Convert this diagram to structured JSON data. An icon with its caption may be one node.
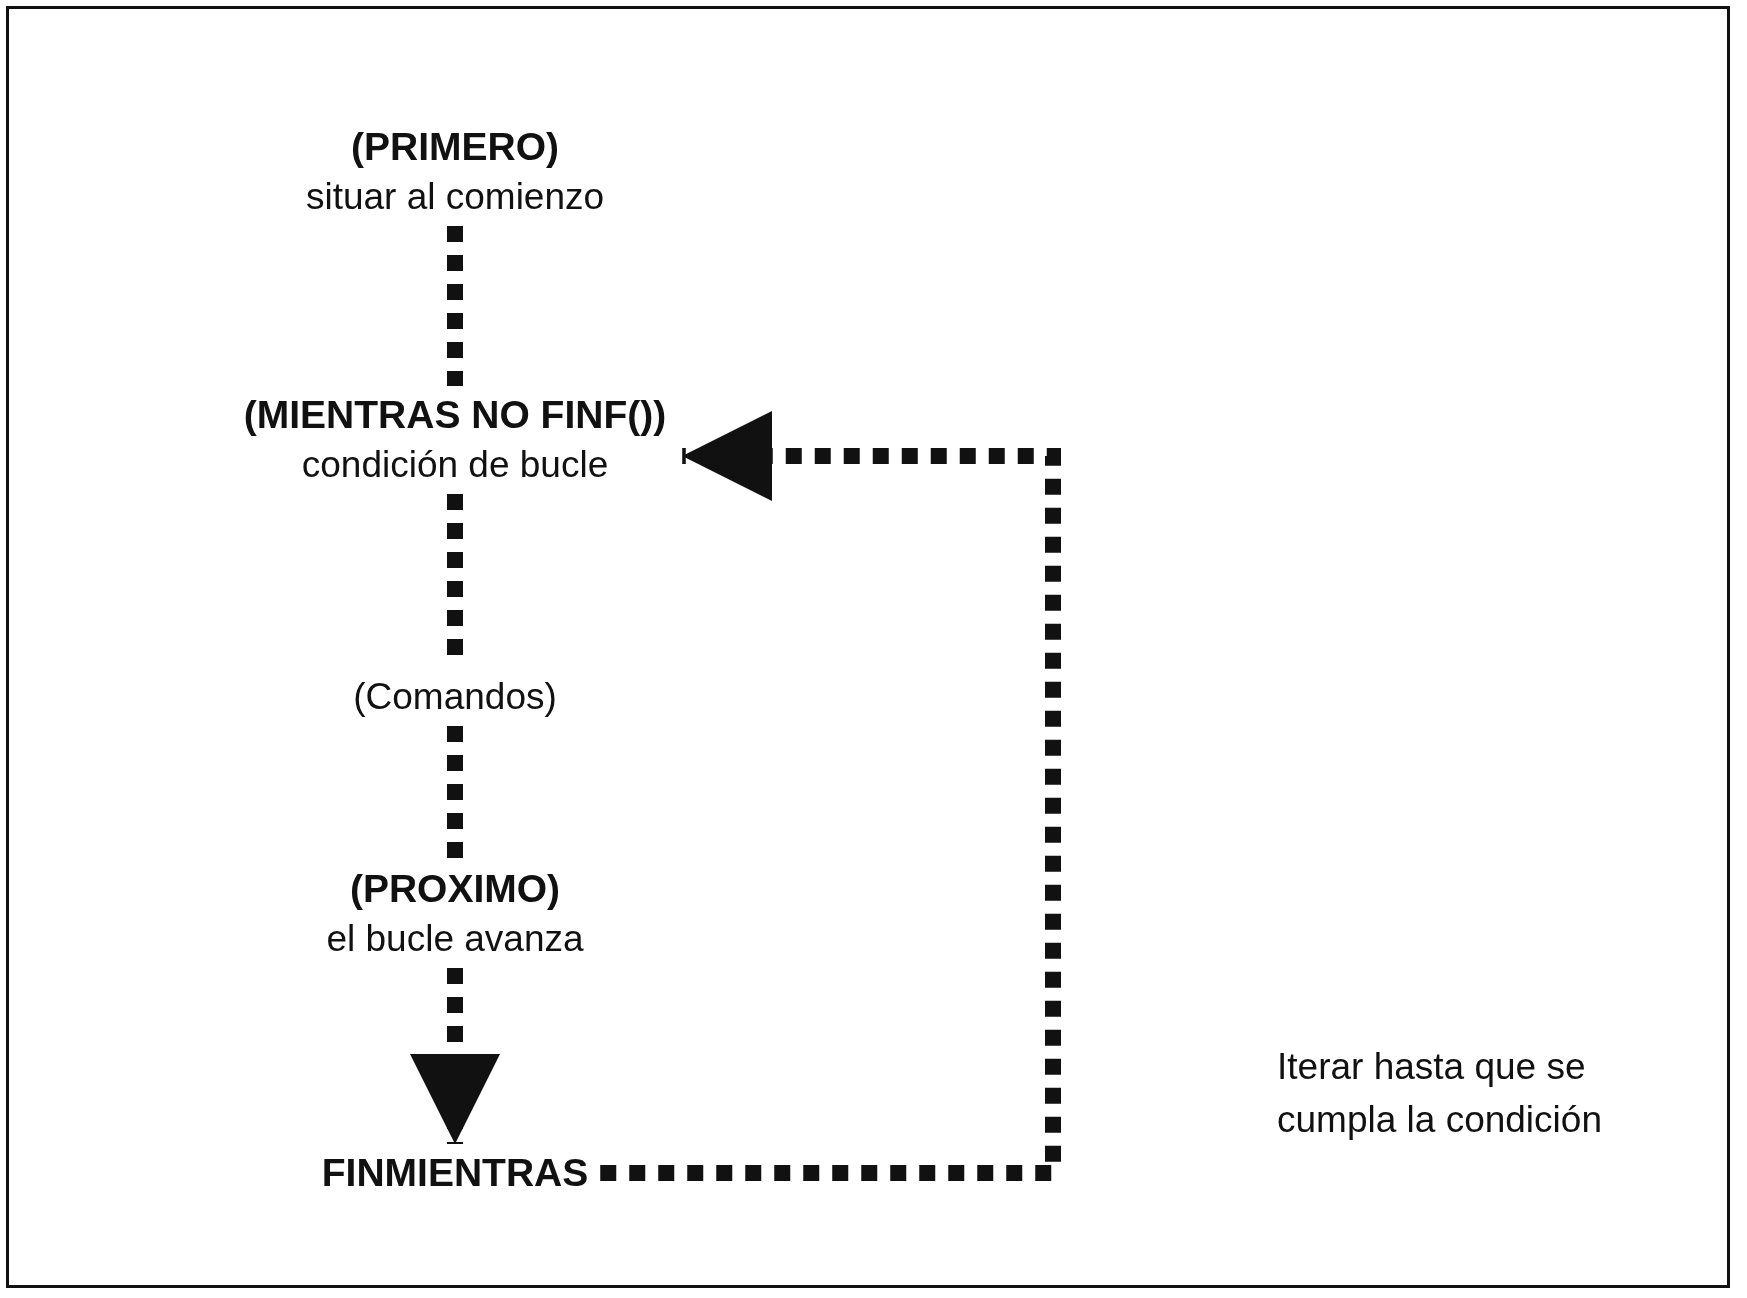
{
  "diagram": {
    "nodes": [
      {
        "text": [
          "(PRIMERO)",
          "situar al comienzo"
        ]
      },
      {
        "text": [
          "(MIENTRAS NO FINF())",
          "condición de bucle"
        ]
      },
      {
        "text": [
          "(Comandos)"
        ]
      },
      {
        "text": [
          "(PROXIMO)",
          "el bucle avanza"
        ]
      },
      {
        "text": [
          "FINMIENTRAS"
        ]
      }
    ],
    "edges": [
      {
        "from": 0,
        "to": 1,
        "arrow": "none"
      },
      {
        "from": 1,
        "to": 2,
        "arrow": "none"
      },
      {
        "from": 2,
        "to": 3,
        "arrow": "none"
      },
      {
        "from": 3,
        "to": 4,
        "arrow": "to"
      },
      {
        "from": 4,
        "to": 1,
        "arrow": "to"
      }
    ],
    "labels": [
      "Iterar hasta que se cumpla la condición"
    ]
  }
}
